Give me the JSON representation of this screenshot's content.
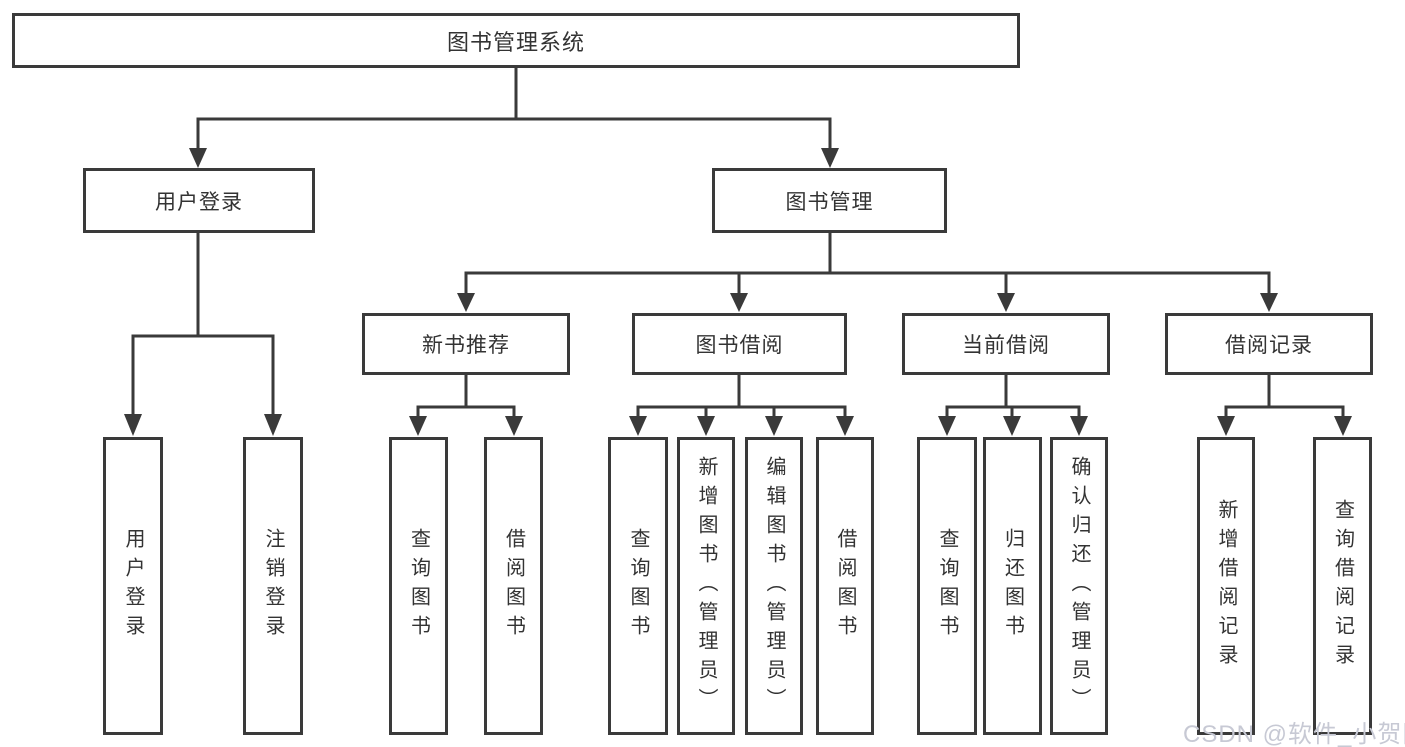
{
  "tree": {
    "label": "图书管理系统",
    "children": [
      {
        "label": "用户登录",
        "children": [
          {
            "label": "用户登录"
          },
          {
            "label": "注销登录"
          }
        ]
      },
      {
        "label": "图书管理",
        "children": [
          {
            "label": "新书推荐",
            "children": [
              {
                "label": "查询图书"
              },
              {
                "label": "借阅图书"
              }
            ]
          },
          {
            "label": "图书借阅",
            "children": [
              {
                "label": "查询图书"
              },
              {
                "label": "新增图书（管理员）"
              },
              {
                "label": "编辑图书（管理员）"
              },
              {
                "label": "借阅图书"
              }
            ]
          },
          {
            "label": "当前借阅",
            "children": [
              {
                "label": "查询图书"
              },
              {
                "label": "归还图书"
              },
              {
                "label": "确认归还（管理员）"
              }
            ]
          },
          {
            "label": "借阅记录",
            "children": [
              {
                "label": "新增借阅记录"
              },
              {
                "label": "查询借阅记录"
              }
            ]
          }
        ]
      }
    ]
  },
  "watermark": {
    "text": "CSDN @软件_小贺同学"
  },
  "colors": {
    "line": "#3a3a3a",
    "text": "#333333",
    "watermark": "#c7c9d4",
    "background": "#ffffff"
  }
}
